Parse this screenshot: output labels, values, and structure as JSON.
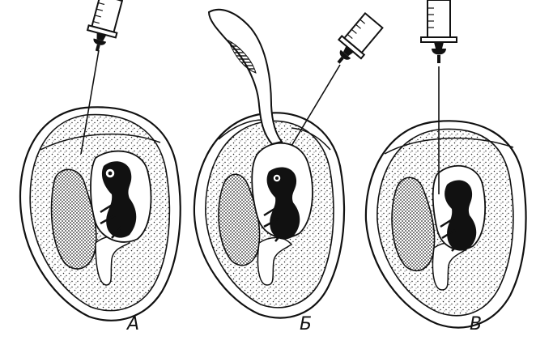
{
  "colors": {
    "ink": "#111111",
    "paper": "#ffffff",
    "stipple": "#222222"
  },
  "panels": [
    {
      "id": "a",
      "label": "А",
      "tool": "syringe-angled-left"
    },
    {
      "id": "b",
      "label": "Б",
      "tool": "syringe-and-funnel"
    },
    {
      "id": "c",
      "label": "В",
      "tool": "syringe-vertical"
    }
  ]
}
